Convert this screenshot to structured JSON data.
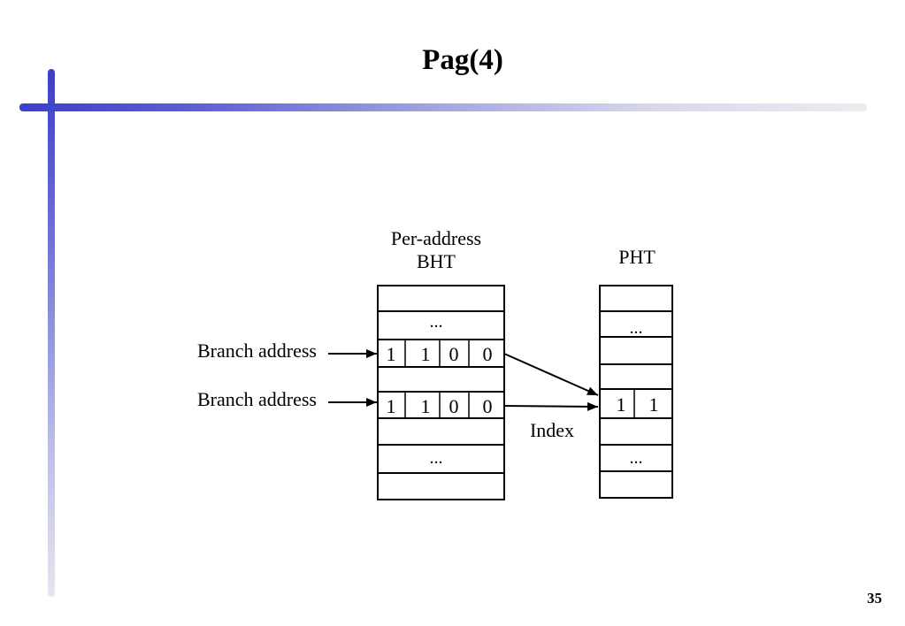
{
  "slide": {
    "title": "Pag(4)",
    "page_number": "35"
  },
  "diagram": {
    "bht_label_line1": "Per-address",
    "bht_label_line2": "BHT",
    "pht_label": "PHT",
    "ellipsis": "...",
    "branch_address_1": "Branch address",
    "branch_address_2": "Branch address",
    "index_label": "Index",
    "bht_row_a_bits": [
      "1",
      "1",
      "0",
      "0"
    ],
    "bht_row_b_bits": [
      "1",
      "1",
      "0",
      "0"
    ],
    "pht_entry_bits": [
      "1",
      "1"
    ]
  },
  "colors": {
    "accent": "#3a3fcc",
    "accent_fade": "#e6e6ee"
  }
}
